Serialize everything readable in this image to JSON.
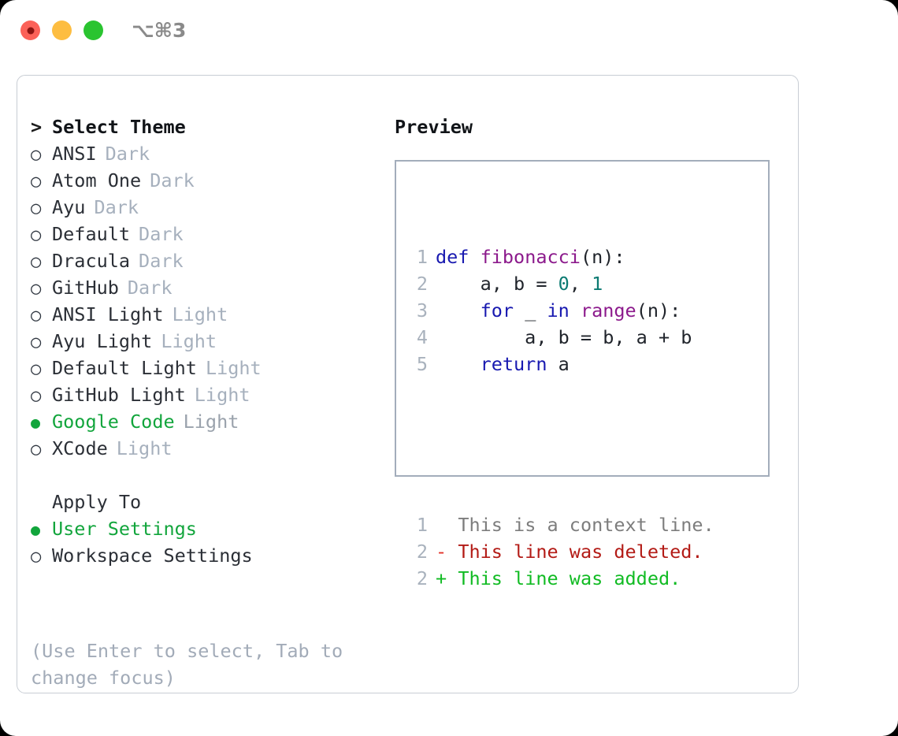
{
  "titlebar": {
    "shortcut": "⌥⌘3",
    "buttons": [
      "close",
      "minimize",
      "zoom"
    ]
  },
  "theme_picker": {
    "header_marker": ">",
    "header_label": "Select Theme",
    "items": [
      {
        "marker": "○",
        "name": "ANSI",
        "tag": "Dark",
        "selected": false
      },
      {
        "marker": "○",
        "name": "Atom One",
        "tag": "Dark",
        "selected": false
      },
      {
        "marker": "○",
        "name": "Ayu",
        "tag": "Dark",
        "selected": false
      },
      {
        "marker": "○",
        "name": "Default",
        "tag": "Dark",
        "selected": false
      },
      {
        "marker": "○",
        "name": "Dracula",
        "tag": "Dark",
        "selected": false
      },
      {
        "marker": "○",
        "name": "GitHub",
        "tag": "Dark",
        "selected": false
      },
      {
        "marker": "○",
        "name": "ANSI Light",
        "tag": "Light",
        "selected": false
      },
      {
        "marker": "○",
        "name": "Ayu Light",
        "tag": "Light",
        "selected": false
      },
      {
        "marker": "○",
        "name": "Default Light",
        "tag": "Light",
        "selected": false
      },
      {
        "marker": "○",
        "name": "GitHub Light",
        "tag": "Light",
        "selected": false
      },
      {
        "marker": "●",
        "name": "Google Code",
        "tag": "Light",
        "selected": true
      },
      {
        "marker": "○",
        "name": "XCode",
        "tag": "Light",
        "selected": false
      }
    ]
  },
  "apply_to": {
    "header_label": "Apply To",
    "items": [
      {
        "marker": "●",
        "name": "User Settings",
        "selected": true
      },
      {
        "marker": "○",
        "name": "Workspace Settings",
        "selected": false
      }
    ]
  },
  "hint": {
    "line1": "(Use Enter to select, Tab to",
    "line2": "change focus)"
  },
  "preview": {
    "title": "Preview",
    "code_lines": [
      {
        "n": "1",
        "tokens": [
          {
            "t": "def",
            "k": "kw"
          },
          {
            "t": " ",
            "k": "plain"
          },
          {
            "t": "fibonacci",
            "k": "fn"
          },
          {
            "t": "(n):",
            "k": "punc"
          }
        ]
      },
      {
        "n": "2",
        "tokens": [
          {
            "t": "    a, b = ",
            "k": "plain"
          },
          {
            "t": "0",
            "k": "num"
          },
          {
            "t": ", ",
            "k": "plain"
          },
          {
            "t": "1",
            "k": "num"
          }
        ]
      },
      {
        "n": "3",
        "tokens": [
          {
            "t": "    ",
            "k": "plain"
          },
          {
            "t": "for",
            "k": "kw"
          },
          {
            "t": " _ ",
            "k": "plain"
          },
          {
            "t": "in",
            "k": "kw"
          },
          {
            "t": " ",
            "k": "plain"
          },
          {
            "t": "range",
            "k": "fn"
          },
          {
            "t": "(n):",
            "k": "punc"
          }
        ]
      },
      {
        "n": "4",
        "tokens": [
          {
            "t": "        a, b = b, a + b",
            "k": "plain"
          }
        ]
      },
      {
        "n": "5",
        "tokens": [
          {
            "t": "    ",
            "k": "plain"
          },
          {
            "t": "return",
            "k": "kw"
          },
          {
            "t": " a",
            "k": "plain"
          }
        ]
      }
    ],
    "diff_lines": [
      {
        "n": "1",
        "sign": " ",
        "text": "This is a context line.",
        "kind": "ctx"
      },
      {
        "n": "2",
        "sign": "-",
        "text": "This line was deleted.",
        "kind": "del"
      },
      {
        "n": "2",
        "sign": "+",
        "text": "This line was added.",
        "kind": "add"
      }
    ]
  },
  "colors": {
    "selected_green": "#12a53c",
    "tag_gray": "#a6b0bd",
    "hint_gray": "#a2abb8",
    "keyword_blue": "#1819b0",
    "function_purple": "#8c1a8c",
    "number_teal": "#0b7a72",
    "diff_deleted": "#b31b16",
    "diff_added": "#11bb23",
    "diff_context": "#7d7d7d",
    "panel_border": "#c8cdd4",
    "preview_border": "#a3adbb"
  }
}
